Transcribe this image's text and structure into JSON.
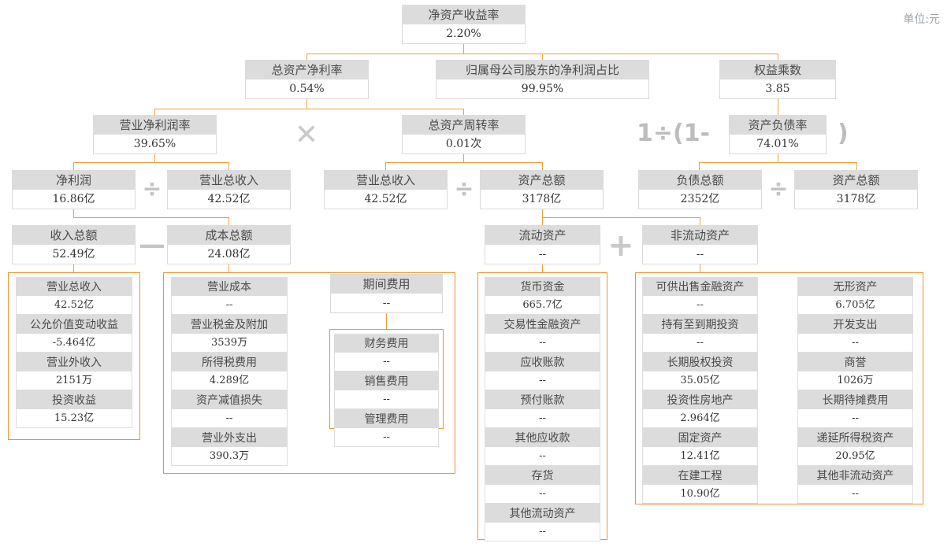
{
  "unit_label": "单位:元",
  "colors": {
    "connector": "#f0a03c",
    "frame": "#f0952a",
    "header_bg": "#dcdcdc",
    "operator": "#c4c4c4"
  },
  "operators": {
    "divide": "÷",
    "multiply": "✕",
    "minus": "—",
    "plus": "+",
    "equity_formula": "1÷(1-",
    "equity_formula_close": ")"
  },
  "nodes": {
    "roe": {
      "label": "净资产收益率",
      "value": "2.20%"
    },
    "roa": {
      "label": "总资产净利率",
      "value": "0.54%"
    },
    "parent_share": {
      "label": "归属母公司股东的净利润占比",
      "value": "99.95%"
    },
    "equity_mult": {
      "label": "权益乘数",
      "value": "3.85"
    },
    "net_margin": {
      "label": "营业净利润率",
      "value": "39.65%"
    },
    "asset_turnover": {
      "label": "总资产周转率",
      "value": "0.01次"
    },
    "debt_ratio": {
      "label": "资产负债率",
      "value": "74.01%"
    },
    "net_profit": {
      "label": "净利润",
      "value": "16.86亿"
    },
    "revenue_a": {
      "label": "营业总收入",
      "value": "42.52亿"
    },
    "revenue_b": {
      "label": "营业总收入",
      "value": "42.52亿"
    },
    "total_assets_1": {
      "label": "资产总额",
      "value": "3178亿"
    },
    "total_liab": {
      "label": "负债总额",
      "value": "2352亿"
    },
    "total_assets_2": {
      "label": "资产总额",
      "value": "3178亿"
    },
    "income_total": {
      "label": "收入总额",
      "value": "52.49亿"
    },
    "cost_total": {
      "label": "成本总额",
      "value": "24.08亿"
    },
    "current_assets": {
      "label": "流动资产",
      "value": "--"
    },
    "noncurrent_assets": {
      "label": "非流动资产",
      "value": "--"
    },
    "period_expense": {
      "label": "期间费用",
      "value": "--"
    }
  },
  "leaf_groups": {
    "income_items": [
      {
        "label": "营业总收入",
        "value": "42.52亿"
      },
      {
        "label": "公允价值变动收益",
        "value": "-5.464亿"
      },
      {
        "label": "营业外收入",
        "value": "2151万"
      },
      {
        "label": "投资收益",
        "value": "15.23亿"
      }
    ],
    "cost_items": [
      {
        "label": "营业成本",
        "value": "--"
      },
      {
        "label": "营业税金及附加",
        "value": "3539万"
      },
      {
        "label": "所得税费用",
        "value": "4.289亿"
      },
      {
        "label": "资产减值损失",
        "value": "--"
      },
      {
        "label": "营业外支出",
        "value": "390.3万"
      }
    ],
    "expense_items": [
      {
        "label": "财务费用",
        "value": "--"
      },
      {
        "label": "销售费用",
        "value": "--"
      },
      {
        "label": "管理费用",
        "value": "--"
      }
    ],
    "current_asset_items": [
      {
        "label": "货币资金",
        "value": "665.7亿"
      },
      {
        "label": "交易性金融资产",
        "value": "--"
      },
      {
        "label": "应收账款",
        "value": "--"
      },
      {
        "label": "预付账款",
        "value": "--"
      },
      {
        "label": "其他应收款",
        "value": "--"
      },
      {
        "label": "存货",
        "value": "--"
      },
      {
        "label": "其他流动资产",
        "value": "--"
      }
    ],
    "noncurrent_asset_items_a": [
      {
        "label": "可供出售金融资产",
        "value": "--"
      },
      {
        "label": "持有至到期投资",
        "value": "--"
      },
      {
        "label": "长期股权投资",
        "value": "35.05亿"
      },
      {
        "label": "投资性房地产",
        "value": "2.964亿"
      },
      {
        "label": "固定资产",
        "value": "12.41亿"
      },
      {
        "label": "在建工程",
        "value": "10.90亿"
      }
    ],
    "noncurrent_asset_items_b": [
      {
        "label": "无形资产",
        "value": "6.705亿"
      },
      {
        "label": "开发支出",
        "value": "--"
      },
      {
        "label": "商誉",
        "value": "1026万"
      },
      {
        "label": "长期待摊费用",
        "value": "--"
      },
      {
        "label": "递延所得税资产",
        "value": "20.95亿"
      },
      {
        "label": "其他非流动资产",
        "value": "--"
      }
    ]
  }
}
